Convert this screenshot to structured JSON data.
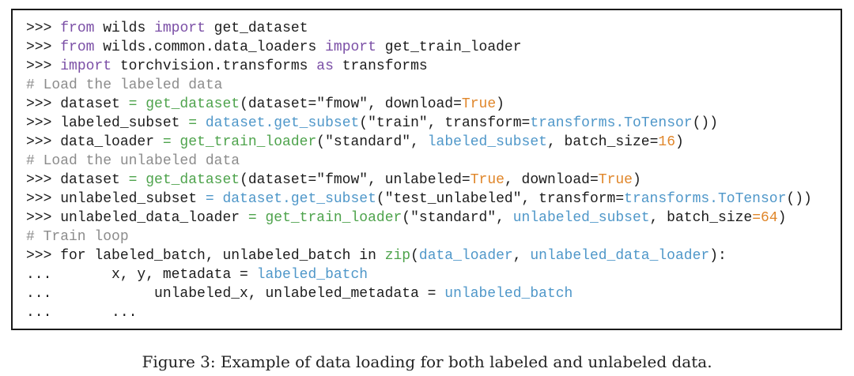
{
  "colors": {
    "keyword": "#7b4fa6",
    "function": "#4ea34c",
    "string": "#1c1c1c",
    "variable": "#4f97c9",
    "number": "#e0862a",
    "comment": "#8c8c8c",
    "plain": "#1c1c1c",
    "border": "#1a1a1a"
  },
  "code_lines": [
    [
      {
        "t": "plain",
        "s": ">>> "
      },
      {
        "t": "kw",
        "s": "from"
      },
      {
        "t": "plain",
        "s": " wilds "
      },
      {
        "t": "kw",
        "s": "import"
      },
      {
        "t": "plain",
        "s": " get_dataset"
      }
    ],
    [
      {
        "t": "plain",
        "s": ">>> "
      },
      {
        "t": "kw",
        "s": "from"
      },
      {
        "t": "plain",
        "s": " wilds.common.data_loaders "
      },
      {
        "t": "kw",
        "s": "import"
      },
      {
        "t": "plain",
        "s": " get_train_loader"
      }
    ],
    [
      {
        "t": "plain",
        "s": ">>> "
      },
      {
        "t": "kw",
        "s": "import"
      },
      {
        "t": "plain",
        "s": " torchvision.transforms "
      },
      {
        "t": "kw",
        "s": "as"
      },
      {
        "t": "plain",
        "s": " transforms"
      }
    ],
    [
      {
        "t": "comment",
        "s": "# Load the labeled data"
      }
    ],
    [
      {
        "t": "plain",
        "s": ">>> dataset "
      },
      {
        "t": "fn",
        "s": "= get_dataset"
      },
      {
        "t": "plain",
        "s": "(dataset="
      },
      {
        "t": "str",
        "s": "\"fmow\""
      },
      {
        "t": "plain",
        "s": ", download="
      },
      {
        "t": "num",
        "s": "True"
      },
      {
        "t": "plain",
        "s": ")"
      }
    ],
    [
      {
        "t": "plain",
        "s": ">>> labeled_subset "
      },
      {
        "t": "fn",
        "s": "="
      },
      {
        "t": "plain",
        "s": " "
      },
      {
        "t": "var",
        "s": "dataset.get_subset"
      },
      {
        "t": "plain",
        "s": "("
      },
      {
        "t": "str",
        "s": "\"train\""
      },
      {
        "t": "plain",
        "s": ", transform="
      },
      {
        "t": "var",
        "s": "transforms.ToTensor"
      },
      {
        "t": "plain",
        "s": "())"
      }
    ],
    [
      {
        "t": "plain",
        "s": ">>> data_loader "
      },
      {
        "t": "fn",
        "s": "= get_train_loader"
      },
      {
        "t": "plain",
        "s": "("
      },
      {
        "t": "str",
        "s": "\"standard\""
      },
      {
        "t": "plain",
        "s": ", "
      },
      {
        "t": "var",
        "s": "labeled_subset"
      },
      {
        "t": "plain",
        "s": ", batch_size="
      },
      {
        "t": "num",
        "s": "16"
      },
      {
        "t": "plain",
        "s": ")"
      }
    ],
    [
      {
        "t": "comment",
        "s": "# Load the unlabeled data"
      }
    ],
    [
      {
        "t": "plain",
        "s": ">>> dataset "
      },
      {
        "t": "fn",
        "s": "= get_dataset"
      },
      {
        "t": "plain",
        "s": "(dataset="
      },
      {
        "t": "str",
        "s": "\"fmow\""
      },
      {
        "t": "plain",
        "s": ", unlabeled="
      },
      {
        "t": "num",
        "s": "True"
      },
      {
        "t": "plain",
        "s": ", download="
      },
      {
        "t": "num",
        "s": "True"
      },
      {
        "t": "plain",
        "s": ")"
      }
    ],
    [
      {
        "t": "plain",
        "s": ">>> unlabeled_subset "
      },
      {
        "t": "var",
        "s": "= dataset.get_subset"
      },
      {
        "t": "plain",
        "s": "("
      },
      {
        "t": "str",
        "s": "\"test_unlabeled\""
      },
      {
        "t": "plain",
        "s": ", transform="
      },
      {
        "t": "var",
        "s": "transforms.ToTensor"
      },
      {
        "t": "plain",
        "s": "())"
      }
    ],
    [
      {
        "t": "plain",
        "s": ">>> unlabeled_data_loader "
      },
      {
        "t": "fn",
        "s": "= get_train_loader"
      },
      {
        "t": "plain",
        "s": "("
      },
      {
        "t": "str",
        "s": "\"standard\""
      },
      {
        "t": "plain",
        "s": ", "
      },
      {
        "t": "var",
        "s": "unlabeled_subset"
      },
      {
        "t": "plain",
        "s": ", batch_size"
      },
      {
        "t": "num",
        "s": "=64"
      },
      {
        "t": "plain",
        "s": ")"
      }
    ],
    [
      {
        "t": "comment",
        "s": "# Train loop"
      }
    ],
    [
      {
        "t": "plain",
        "s": ">>> for labeled_batch, unlabeled_batch in "
      },
      {
        "t": "fn",
        "s": "zip"
      },
      {
        "t": "plain",
        "s": "("
      },
      {
        "t": "var",
        "s": "data_loader"
      },
      {
        "t": "plain",
        "s": ", "
      },
      {
        "t": "var",
        "s": "unlabeled_data_loader"
      },
      {
        "t": "plain",
        "s": "):"
      }
    ],
    [
      {
        "t": "plain",
        "s": "...       x, y, metadata = "
      },
      {
        "t": "var",
        "s": "labeled_batch"
      }
    ],
    [
      {
        "t": "plain",
        "s": "...            unlabeled_x, unlabeled_metadata = "
      },
      {
        "t": "var",
        "s": "unlabeled_batch"
      }
    ],
    [
      {
        "t": "plain",
        "s": "...       ..."
      }
    ]
  ],
  "caption": "Figure 3: Example of data loading for both labeled and unlabeled data."
}
